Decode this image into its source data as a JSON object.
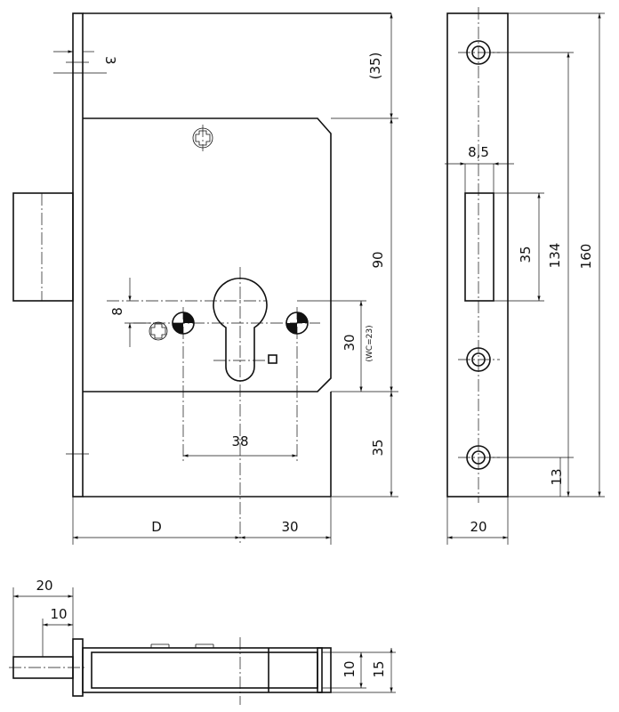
{
  "dims": {
    "faceplate_thickness": "3",
    "top_offset": "(35)",
    "case_height": "90",
    "backset_bottom": "35",
    "cylinder_spacing": "30",
    "wc": "(WC=23)",
    "hole_offset": "8",
    "screw_spacing": "38",
    "backset": "D",
    "case_depth_right": "30",
    "strike_width": "8,5",
    "strike_bolt_height": "35",
    "fixing_distance": "134",
    "total_height": "160",
    "bottom_offset": "13",
    "faceplate_width": "20",
    "bolt_length": "20",
    "bolt_width": "10",
    "case_thickness_inner": "10",
    "case_thickness_outer": "15"
  }
}
